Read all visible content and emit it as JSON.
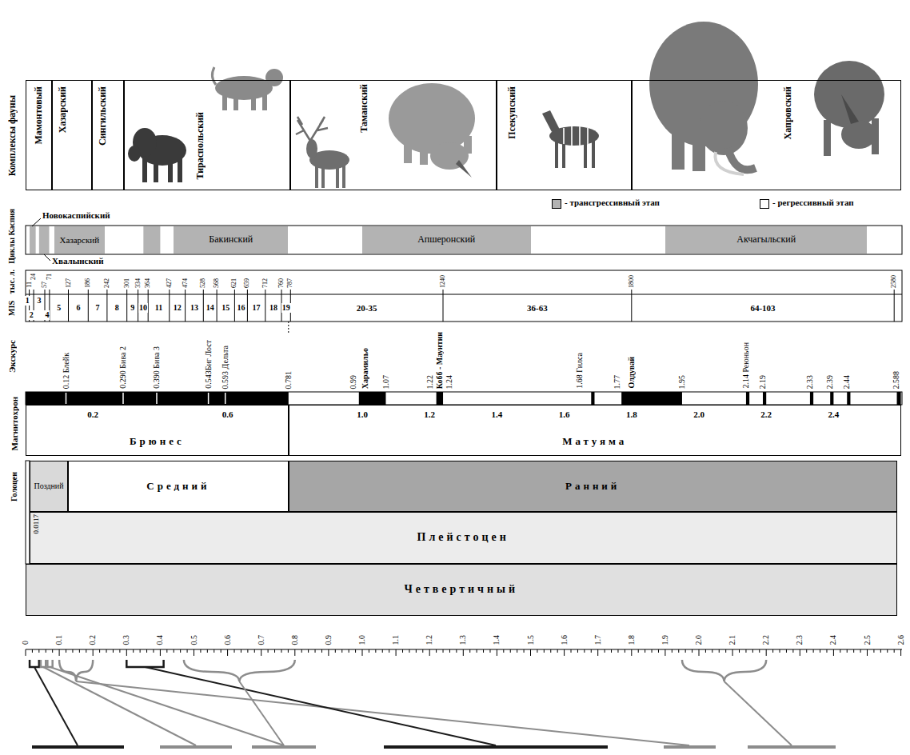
{
  "diagram": {
    "nodes": [
      {
        "text": [
          "Мамонтовый"
        ]
      },
      {
        "text": [
          "Хазарский"
        ]
      },
      {
        "text": [
          "Сингильский"
        ]
      },
      {
        "text": [
          "Тираспольский"
        ]
      },
      {
        "text": [
          "Таманский"
        ]
      },
      {
        "text": [
          "Псекупский"
        ]
      },
      {
        "text": [
          "Хапровский"
        ]
      },
      {
        "text": [
          "Хазарский"
        ]
      },
      {
        "text": [
          "Бакинский"
        ]
      },
      {
        "text": [
          "Апшеронский"
        ]
      },
      {
        "text": [
          "Акчагыльский"
        ]
      },
      {
        "text": [
          "Брюнес"
        ]
      },
      {
        "text": [
          "Матуяма"
        ]
      },
      {
        "text": [
          "Поздний"
        ]
      },
      {
        "text": [
          "Средний"
        ]
      },
      {
        "text": [
          "Ранний"
        ]
      },
      {
        "text": [
          "Плейстоцен"
        ]
      },
      {
        "text": [
          "Четвертичный"
        ]
      }
    ],
    "labels": [
      "Комплексы фауны",
      "Новокаспийский",
      "Хвалынский",
      "Циклы Каспия",
      "тыс. л.",
      "11",
      "24",
      "57",
      "71",
      "127",
      "186",
      "242",
      "301",
      "334",
      "364",
      "427",
      "474",
      "528",
      "568",
      "621",
      "659",
      "712",
      "760",
      "787",
      "1240",
      "1800",
      "2580",
      "MIS",
      "1",
      "2",
      "3",
      "4",
      "5",
      "6",
      "7",
      "8",
      "9",
      "10",
      "11",
      "12",
      "13",
      "14",
      "15",
      "16",
      "17",
      "18",
      "19",
      "20-35",
      "36-63",
      "64-103",
      "Экскурс",
      "0.12 Блейк",
      "0.290 Бива 2",
      "0.390 Бива 3",
      "0.543Биг Лост",
      "0.593 Дельта",
      "0.781",
      "0.99",
      "Харамильо",
      "1.07",
      "1.22",
      "Кобб - Маунтин",
      "1.24",
      "1.68 Гилса",
      "1.77",
      "Олдувай",
      "1.95",
      "2.14 Реюньон",
      "2.19",
      "2.33",
      "2.39",
      "2.44",
      "2.588",
      "Магнитохрон",
      "0.2",
      "0.6",
      "1.0",
      "1.2",
      "1.4",
      "1.6",
      "1.8",
      "2.0",
      "2.2",
      "2.4",
      "Голоцен",
      "0.0117",
      "0",
      "0.1",
      "0.2",
      "0.3",
      "0.4",
      "0.5",
      "0.6",
      "0.7",
      "0.8",
      "0.9",
      "1.0",
      "1.1",
      "1.2",
      "1.3",
      "1.4",
      "1.5",
      "1.6",
      "1.7",
      "1.8",
      "1.9",
      "2.0",
      "2.1",
      "2.2",
      "2.3",
      "2.4",
      "2.5",
      "2.6"
    ],
    "legend": [
      {
        "text": "- регрессивный этап",
        "color": "#ffffff"
      },
      {
        "text": "- трансгрессивный этап",
        "color": "#b3b3b3"
      }
    ]
  }
}
